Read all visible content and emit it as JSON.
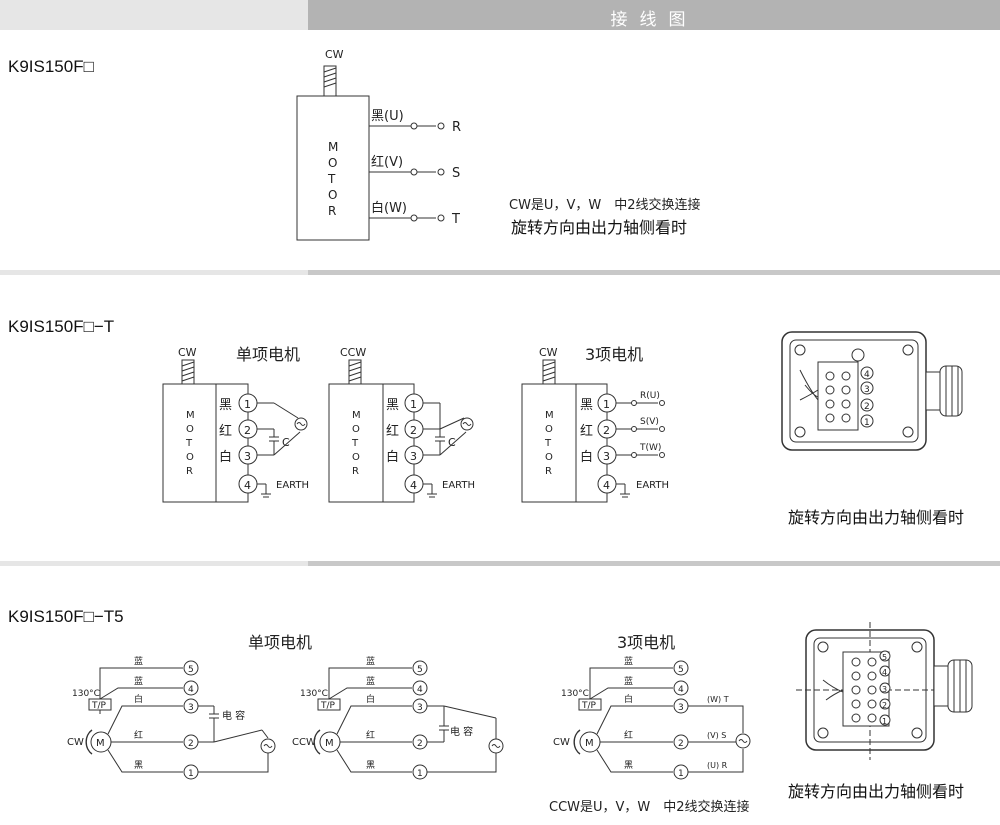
{
  "header": {
    "title": "接线图"
  },
  "section1": {
    "model": "K9IS150F□",
    "cw": "CW",
    "motor_letters": [
      "M",
      "O",
      "T",
      "O",
      "R"
    ],
    "wires": [
      {
        "color": "黑(U)",
        "terminal": "R"
      },
      {
        "color": "红(V)",
        "terminal": "S"
      },
      {
        "color": "白(W)",
        "terminal": "T"
      }
    ],
    "note_line1": "CW是U，V，W　中2线交换连接",
    "note_line2": "旋转方向由出力轴侧看时"
  },
  "section2": {
    "model": "K9IS150F□−T",
    "single_phase_title": "单项电机",
    "three_phase_title": "3项电机",
    "diagrams": [
      {
        "rotation": "CW"
      },
      {
        "rotation": "CCW"
      },
      {
        "rotation": "CW"
      }
    ],
    "wire_colors": [
      "黑",
      "红",
      "白"
    ],
    "terminal_numbers": [
      "1",
      "2",
      "3",
      "4"
    ],
    "cap_label": "C",
    "earth_label": "EARTH",
    "three_phase_labels": [
      "R(U)",
      "S(V)",
      "T(W)"
    ],
    "box_numbers": [
      "4",
      "3",
      "2",
      "1"
    ],
    "note": "旋转方向由出力轴侧看时"
  },
  "section3": {
    "model": "K9IS150F□−T5",
    "single_phase_title": "单项电机",
    "three_phase_title": "3项电机",
    "wire_labels": {
      "blue": "蓝",
      "white": "白",
      "red": "红",
      "black": "黑"
    },
    "thermal_temp": "130°C",
    "thermal_label": "T/P",
    "motor_symbol": "M",
    "rotations": [
      "CW",
      "CCW",
      "CW"
    ],
    "cap_label": "电 容",
    "terminals": [
      "5",
      "4",
      "3",
      "2",
      "1"
    ],
    "three_phase_labels": [
      "(W) T",
      "(V) S",
      "(U) R"
    ],
    "note_ccw": "CCW是U，V，W　中2线交换连接",
    "note": "旋转方向由出力轴侧看时"
  }
}
